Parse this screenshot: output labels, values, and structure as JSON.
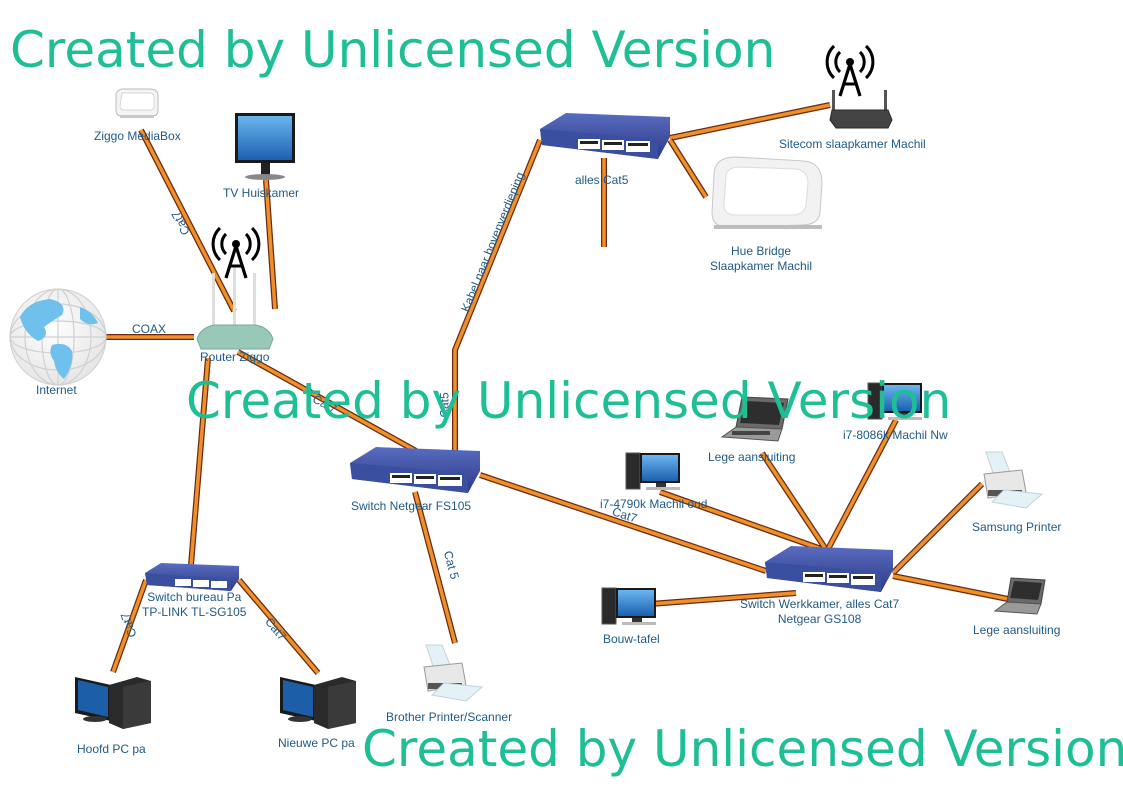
{
  "watermark": "Created by Unlicensed Version",
  "colors": {
    "cable_main": "#f0902a",
    "cable_shadow": "#6b2a10",
    "label": "#1f5a86",
    "watermark": "#1fbf96",
    "switch_blue": "#3a4fa0"
  },
  "devices": {
    "ziggo_mediabox": {
      "label": "Ziggo MediaBox",
      "icon": "set-top-box-icon"
    },
    "tv_huiskamer": {
      "label": "TV Huiskamer",
      "icon": "monitor-icon"
    },
    "internet": {
      "label": "Internet",
      "icon": "globe-icon"
    },
    "router_ziggo": {
      "label": "Router Ziggo",
      "icon": "wifi-router-icon"
    },
    "switch_cat5": {
      "label": "alles Cat5",
      "icon": "network-switch-icon"
    },
    "sitecom": {
      "label": "Sitecom slaapkamer Machil",
      "icon": "wifi-router-icon"
    },
    "hue_bridge": {
      "label_line1": "Hue Bridge",
      "label_line2": "Slaapkamer Machil",
      "icon": "hub-icon"
    },
    "switch_fs105": {
      "label": "Switch Netgear FS105",
      "icon": "network-switch-icon"
    },
    "switch_bureau": {
      "label_line1": "Switch bureau Pa",
      "label_line2": "TP-LINK TL-SG105",
      "icon": "network-switch-icon"
    },
    "hoofd_pc": {
      "label": "Hoofd PC pa",
      "icon": "desktop-pc-icon"
    },
    "nieuwe_pc": {
      "label": "Nieuwe PC pa",
      "icon": "desktop-pc-icon"
    },
    "brother_printer": {
      "label": "Brother Printer/Scanner",
      "icon": "printer-icon"
    },
    "lege_aansluiting_1": {
      "label": "Lege aansluiting",
      "icon": "laptop-icon"
    },
    "i7_8086k": {
      "label": "i7-8086k Machil Nw",
      "icon": "desktop-pc-icon"
    },
    "i7_4790k": {
      "label": "i7-4790k Machil oud",
      "icon": "desktop-pc-icon"
    },
    "samsung_printer": {
      "label": "Samsung Printer",
      "icon": "printer-icon"
    },
    "switch_werkkamer": {
      "label_line1": "Switch Werkkamer, alles Cat7",
      "label_line2": "Netgear GS108",
      "icon": "network-switch-icon"
    },
    "bouw_tafel": {
      "label": "Bouw-tafel",
      "icon": "desktop-pc-icon"
    },
    "lege_aansluiting_2": {
      "label": "Lege aansluiting",
      "icon": "laptop-icon"
    }
  },
  "cable_labels": {
    "mediabox_router": "Cat7",
    "internet_router": "COAX",
    "router_fs105": "Cat7",
    "fs105_upstairs": "Kabel naar bovenverdieping",
    "fs105_upstairs_short": "Cat5",
    "fs105_printer": "Cat 5",
    "fs105_werkkamer": "Cat7",
    "bureau_hoofdpc": "Cat7",
    "bureau_nieuwepc": "Cat7"
  }
}
